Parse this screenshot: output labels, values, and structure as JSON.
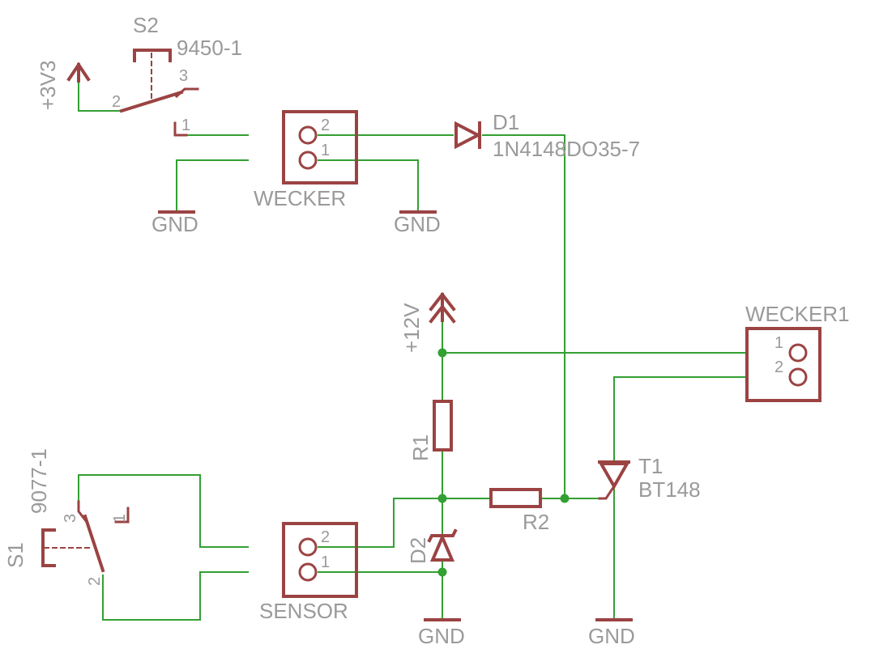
{
  "components": {
    "s2": {
      "name": "S2",
      "value": "9450-1",
      "pins": [
        "1",
        "2",
        "3"
      ]
    },
    "s1": {
      "name": "S1",
      "value": "9077-1",
      "pins": [
        "1",
        "2",
        "3"
      ]
    },
    "wecker": {
      "name": "WECKER",
      "pins": [
        "2",
        "1"
      ]
    },
    "wecker1": {
      "name": "WECKER1",
      "pins": [
        "1",
        "2"
      ]
    },
    "sensor": {
      "name": "SENSOR",
      "pins": [
        "2",
        "1"
      ]
    },
    "d1": {
      "name": "D1",
      "value": "1N4148DO35-7"
    },
    "d2": {
      "name": "D2"
    },
    "r1": {
      "name": "R1"
    },
    "r2": {
      "name": "R2"
    },
    "t1": {
      "name": "T1",
      "value": "BT148"
    }
  },
  "supplies": {
    "v3": "+3V3",
    "v12": "+12V",
    "gnd": "GND"
  },
  "colors": {
    "symbol": "#9b4343",
    "wire": "#33a033",
    "text": "#9a9a9a",
    "background": "#ffffff"
  }
}
